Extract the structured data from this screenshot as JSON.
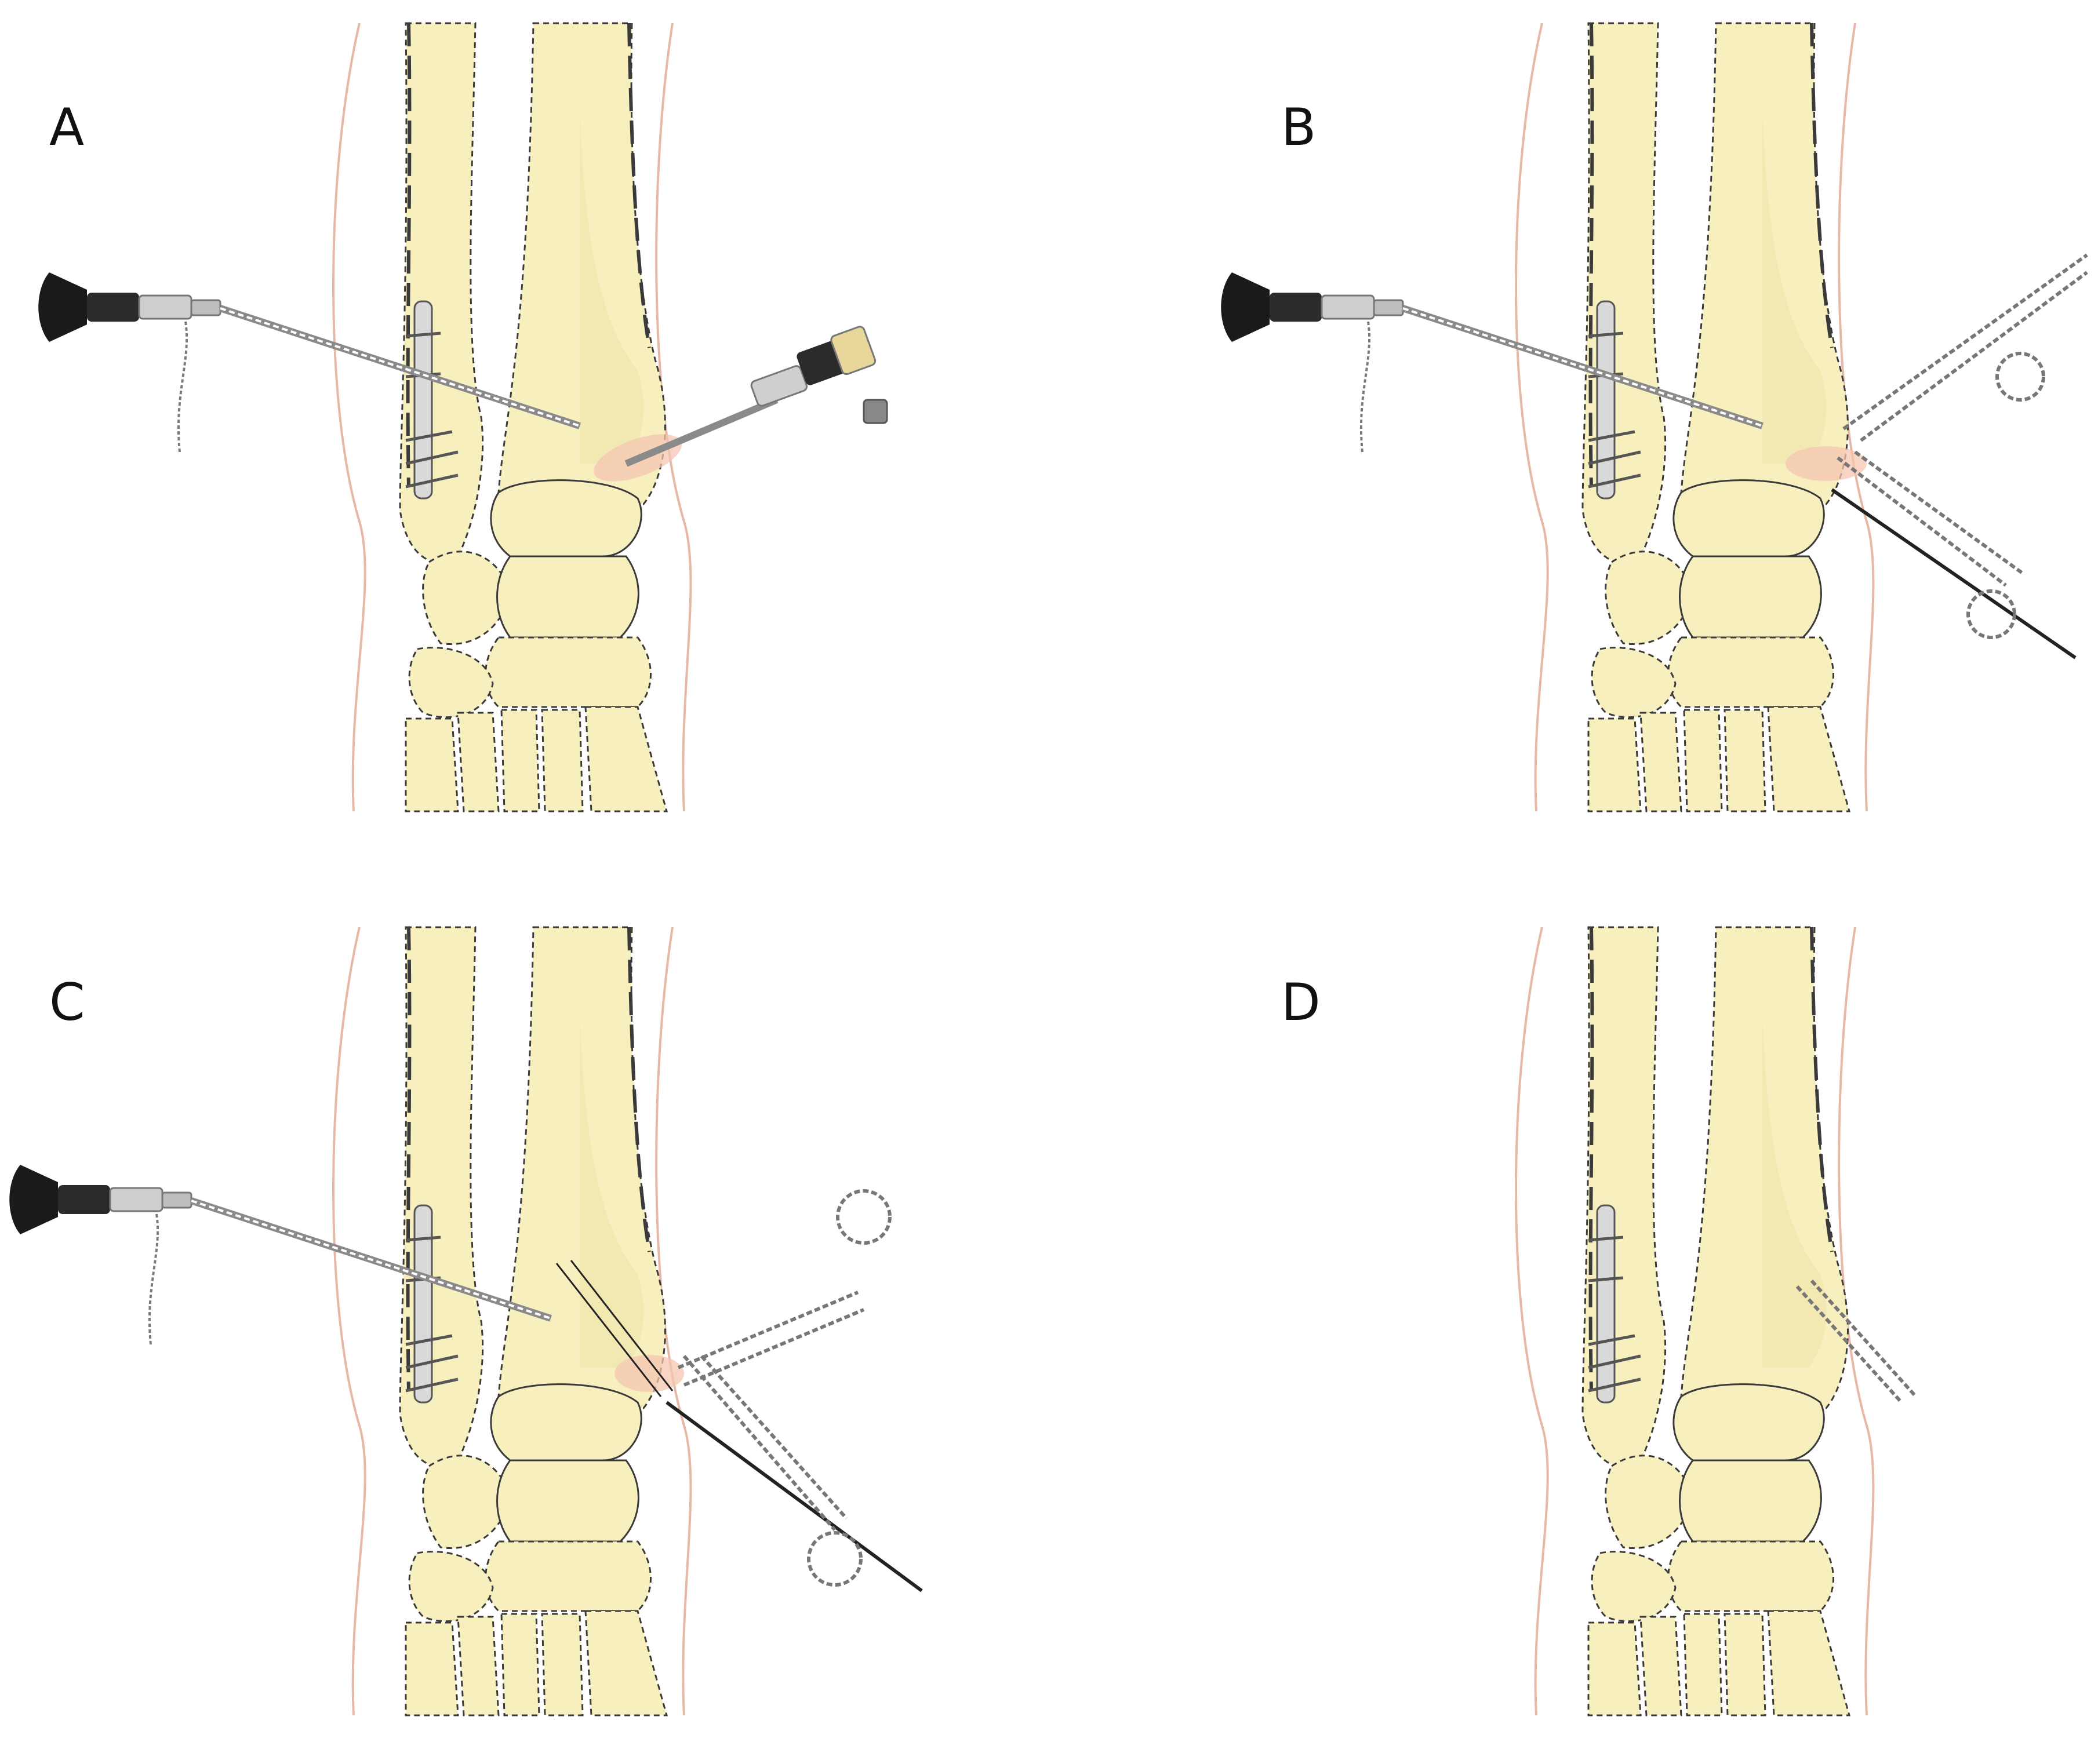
{
  "figure": {
    "panels": [
      {
        "label": "A"
      },
      {
        "label": "B"
      },
      {
        "label": "C"
      },
      {
        "label": "D"
      }
    ],
    "colors": {
      "bone": "#f7efbe",
      "skin_outline": "#e6b9a6",
      "arthroscope_eyepiece": "#1a1a1a",
      "wire": "#222222",
      "joint_highlight": "#f6c6b0"
    },
    "icons": [
      "arthroscope-icon",
      "clamp-forceps-icon",
      "guide-wire-icon",
      "fixation-plate-icon",
      "cannulated-screw-icon"
    ]
  }
}
